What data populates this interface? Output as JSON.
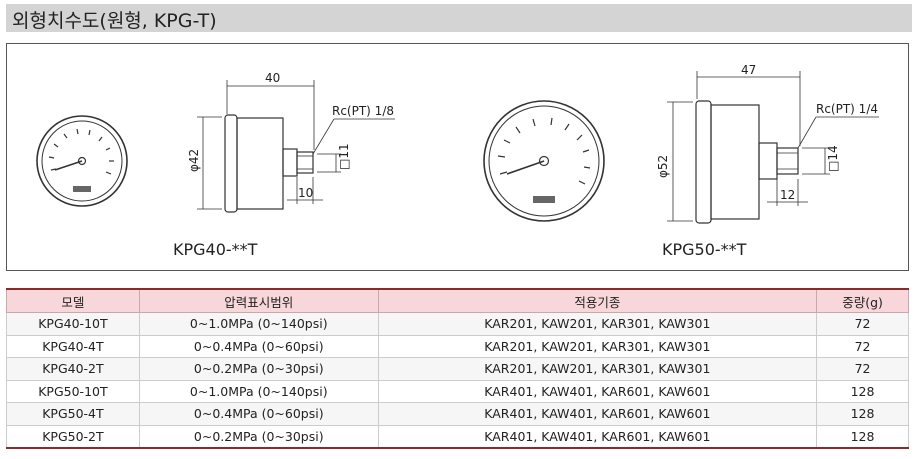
{
  "title": "외형치수도(원형, KPG-T)",
  "drawing": {
    "left": {
      "model": "KPG40-**T",
      "width_dim": "40",
      "diameter": "φ42",
      "thread": "Rc(PT) 1/8",
      "hex": "□11",
      "thread_len": "10"
    },
    "right": {
      "model": "KPG50-**T",
      "width_dim": "47",
      "diameter": "φ52",
      "thread": "Rc(PT) 1/4",
      "hex": "□14",
      "thread_len": "12"
    }
  },
  "table": {
    "headers": [
      "모델",
      "압력표시범위",
      "적용기종",
      "중량(g)"
    ],
    "rows": [
      [
        "KPG40-10T",
        "0~1.0MPa (0~140psi)",
        "KAR201, KAW201, KAR301, KAW301",
        "72"
      ],
      [
        "KPG40-4T",
        "0~0.4MPa (0~60psi)",
        "KAR201, KAW201, KAR301, KAW301",
        "72"
      ],
      [
        "KPG40-2T",
        "0~0.2MPa (0~30psi)",
        "KAR201, KAW201, KAR301, KAW301",
        "72"
      ],
      [
        "KPG50-10T",
        "0~1.0MPa (0~140psi)",
        "KAR401, KAW401, KAR601, KAW601",
        "128"
      ],
      [
        "KPG50-4T",
        "0~0.4MPa (0~60psi)",
        "KAR401, KAW401, KAR601, KAW601",
        "128"
      ],
      [
        "KPG50-2T",
        "0~0.2MPa (0~30psi)",
        "KAR401, KAW401, KAR601, KAW601",
        "128"
      ]
    ]
  },
  "colors": {
    "title_bg": "#d4d4d4",
    "header_bg": "#f7d7da",
    "rule": "#8a2a2a"
  }
}
